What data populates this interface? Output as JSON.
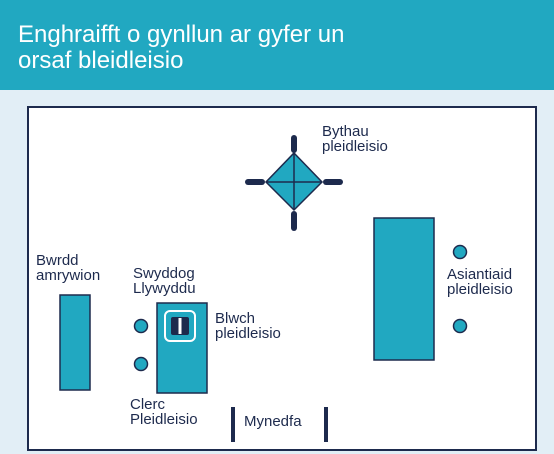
{
  "title": "Enghraifft o gynllun ar gyfer un\norsaf bleidleisio",
  "colors": {
    "accent": "#21a8c1",
    "panel": "#e2eef6",
    "navy": "#1d2a4d",
    "room": "#ffffff"
  },
  "labels": {
    "booths": "Bythau\npleidleisio",
    "board": "Bwrdd\namrywion",
    "presiding_officer": "Swyddog\nLlywyddu",
    "ballot_box": "Blwch\npleidleisio",
    "agents": "Asiantiaid\npleidleisio",
    "clerk": "Clerc\nPleidleisio",
    "entrance": "Mynedfa"
  }
}
